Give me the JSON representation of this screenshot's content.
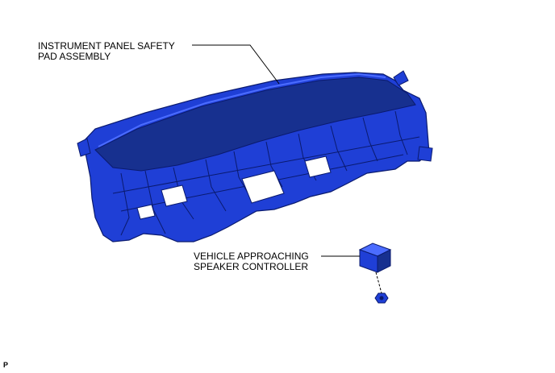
{
  "callouts": {
    "dashboard": {
      "line1": "INSTRUMENT PANEL SAFETY",
      "line2": "PAD ASSEMBLY"
    },
    "speaker": {
      "line1": "VEHICLE APPROACHING",
      "line2": "SPEAKER CONTROLLER"
    }
  },
  "corner_mark": "P",
  "colors": {
    "part_blue": "#1f3fd6",
    "part_dark": "#0a1a6e",
    "part_highlight": "#4b6cff",
    "leader": "#000000"
  }
}
